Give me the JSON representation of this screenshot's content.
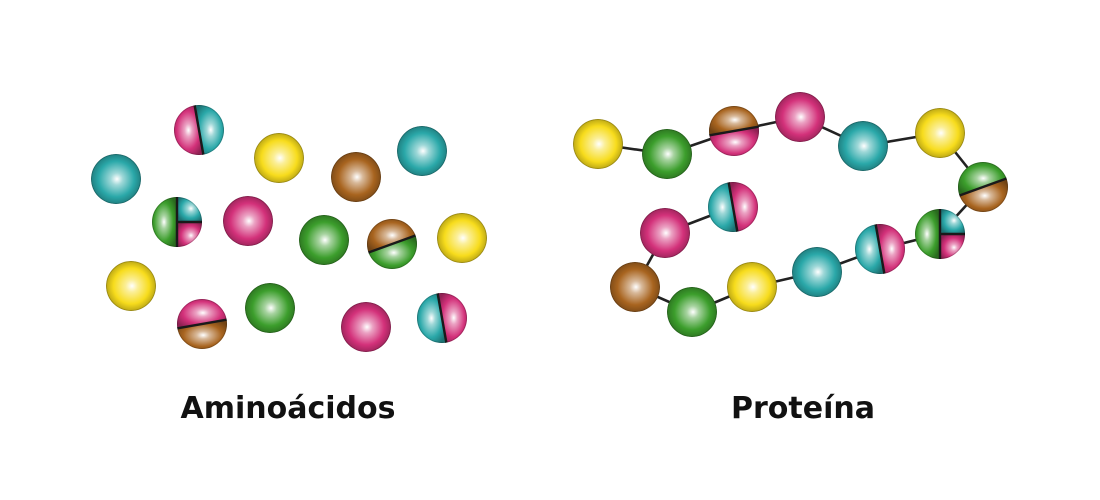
{
  "palette": {
    "yellow": "#f7dc1c",
    "teal": "#2aa8a9",
    "pink": "#d3317a",
    "green": "#3c9e2c",
    "brown": "#a8641f"
  },
  "left_panel": {
    "caption": "Aminoácidos",
    "amino_acids": [
      {
        "colors": [
          "pink",
          "teal"
        ]
      },
      {
        "colors": [
          "yellow"
        ]
      },
      {
        "colors": [
          "brown"
        ]
      },
      {
        "colors": [
          "teal"
        ]
      },
      {
        "colors": [
          "teal"
        ]
      },
      {
        "colors": [
          "green",
          "teal",
          "pink"
        ]
      },
      {
        "colors": [
          "pink"
        ]
      },
      {
        "colors": [
          "green"
        ]
      },
      {
        "colors": [
          "green",
          "brown"
        ]
      },
      {
        "colors": [
          "yellow"
        ]
      },
      {
        "colors": [
          "yellow"
        ]
      },
      {
        "colors": [
          "brown",
          "pink"
        ]
      },
      {
        "colors": [
          "green"
        ]
      },
      {
        "colors": [
          "pink"
        ]
      },
      {
        "colors": [
          "teal",
          "pink"
        ]
      }
    ]
  },
  "right_panel": {
    "caption": "Proteína",
    "chain": [
      {
        "colors": [
          "teal",
          "pink"
        ]
      },
      {
        "colors": [
          "pink"
        ]
      },
      {
        "colors": [
          "brown"
        ]
      },
      {
        "colors": [
          "green"
        ]
      },
      {
        "colors": [
          "yellow"
        ]
      },
      {
        "colors": [
          "teal"
        ]
      },
      {
        "colors": [
          "teal",
          "pink"
        ]
      },
      {
        "colors": [
          "green",
          "teal",
          "pink"
        ]
      },
      {
        "colors": [
          "brown",
          "green"
        ]
      },
      {
        "colors": [
          "yellow"
        ]
      },
      {
        "colors": [
          "teal"
        ]
      },
      {
        "colors": [
          "pink"
        ]
      },
      {
        "colors": [
          "pink",
          "brown"
        ]
      },
      {
        "colors": [
          "green"
        ]
      },
      {
        "colors": [
          "yellow"
        ]
      }
    ]
  }
}
